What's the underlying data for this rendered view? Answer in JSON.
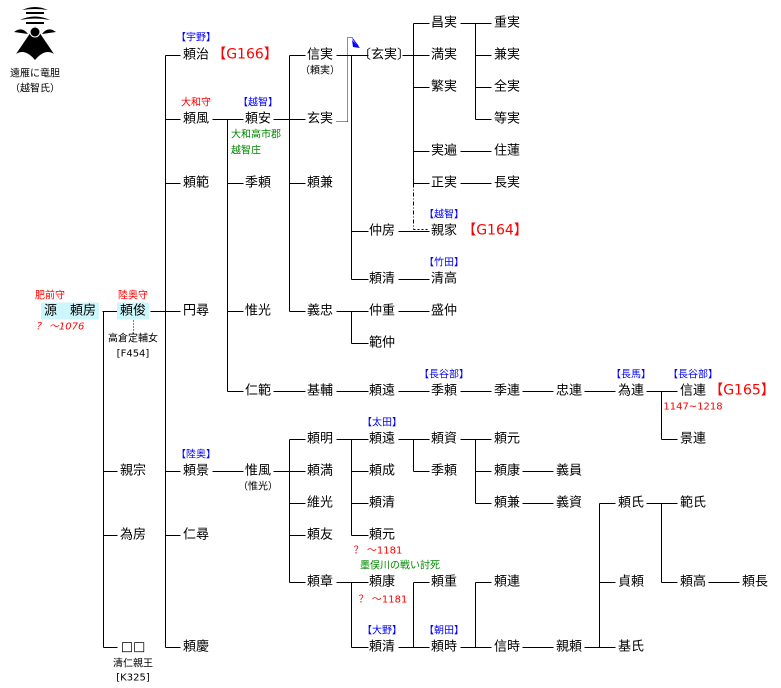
{
  "crest": {
    "name": "遠雁に竜胆",
    "clan": "（越智氏）"
  },
  "root": {
    "name": "源　頼房",
    "title": "肥前守",
    "dates": "？ ～1076"
  },
  "yoritoshi": {
    "name": "頼俊",
    "title": "陸奥守",
    "wife": "高倉定輔女",
    "ref": "[F454]"
  },
  "c1": {
    "chikamune": "親宗",
    "tamefusa": "為房",
    "unknown": "□□",
    "prince": "清仁親王",
    "prince_ref": "[K325]"
  },
  "c2": {
    "yoriharu": "頼治",
    "uno": "【宇野】",
    "g166": "【G166】",
    "yorikaze": "頼風",
    "yamato": "大和守",
    "yorinori": "頼範",
    "enjin": "円尋",
    "yorikage": "頼景",
    "mutsu": "【陸奥】",
    "ninjin": "仁尋",
    "yorikei": "頼慶"
  },
  "c3": {
    "yoriyasu": "頼安",
    "ochi": "【越智】",
    "place1": "大和高市郡",
    "place2": "越智庄",
    "suenori": "季頼",
    "koremitsu": "惟光",
    "ninhan": "仁範",
    "korekaze": "惟風",
    "korekaze_alt": "（惟光）"
  },
  "c4": {
    "nobuzane": "信実",
    "nobuzane_alt": "（頼実）",
    "genjitsu": "玄実",
    "yorikane": "頼兼",
    "yoshitada": "義忠",
    "motosuke": "基輔",
    "yoriaki": "頼明",
    "yorimitsu": "頼満",
    "koremitsu2": "維光",
    "yoritomo": "頼友",
    "yoriaki2": "頼章"
  },
  "c5": {
    "genjitsu_b": "〔玄実〕",
    "nakafusa": "仲房",
    "yorikiyo": "頼清",
    "nakashige": "仲重",
    "norinaka": "範仲",
    "yoritoo": "頼遠",
    "yoritoo2": "頼遠",
    "ota": "【太田】",
    "yorinari": "頼成",
    "yorikiyo2": "頼清",
    "yorimoto": "頼元",
    "dates1": "？ ～1181",
    "death": "墨俣川の戦い討死",
    "yoriyasu": "頼康",
    "dates2": "？ ～1181",
    "ono": "【大野】",
    "yorikiyo3": "頼清"
  },
  "c6": {
    "masazane": "昌実",
    "mitsuzane": "満実",
    "shigezane": "繁実",
    "jitsuhen": "実遍",
    "masazane2": "正実",
    "ochi": "【越智】",
    "chikaie": "親家",
    "g164": "【G164】",
    "takeda": "【竹田】",
    "kiyotaka": "清高",
    "morinaka": "盛仲",
    "hasebe": "【長谷部】",
    "suenori": "季頼",
    "yorisuke": "頼資",
    "suenori2": "季頼",
    "yorishige": "頼重",
    "asada": "【朝田】",
    "yoritoki": "頼時"
  },
  "c7": {
    "shigezane": "重実",
    "kanezane": "兼実",
    "masazane": "全実",
    "tozane": "等実",
    "juren": "住蓮",
    "nagazane": "長実",
    "suetsura": "季連",
    "yorimoto": "頼元",
    "yoriyasu": "頼康",
    "yorikane": "頼兼",
    "yoritsura": "頼連",
    "nobutoki": "信時"
  },
  "c8": {
    "tadatsura": "忠連",
    "yoshikazu": "義員",
    "yoshisuke": "義資",
    "chikayori": "親頼"
  },
  "c9": {
    "nagama": "【長馬】",
    "tametsura": "為連",
    "yoriuji": "頼氏",
    "sadayori": "貞頼",
    "motouji": "基氏"
  },
  "c10": {
    "hasebe": "【長谷部】",
    "nobutsura": "信連",
    "g165": "【G165】",
    "dates": "1147~1218",
    "kagetsura": "景連",
    "noriuji": "範氏",
    "yoritaka": "頼高"
  },
  "c11": {
    "yorinaga": "頼長"
  },
  "colors": {
    "line": "#000000",
    "red": "#ff0000",
    "blue": "#0000ff",
    "green": "#008000",
    "highlight": "#ccf6fb"
  }
}
